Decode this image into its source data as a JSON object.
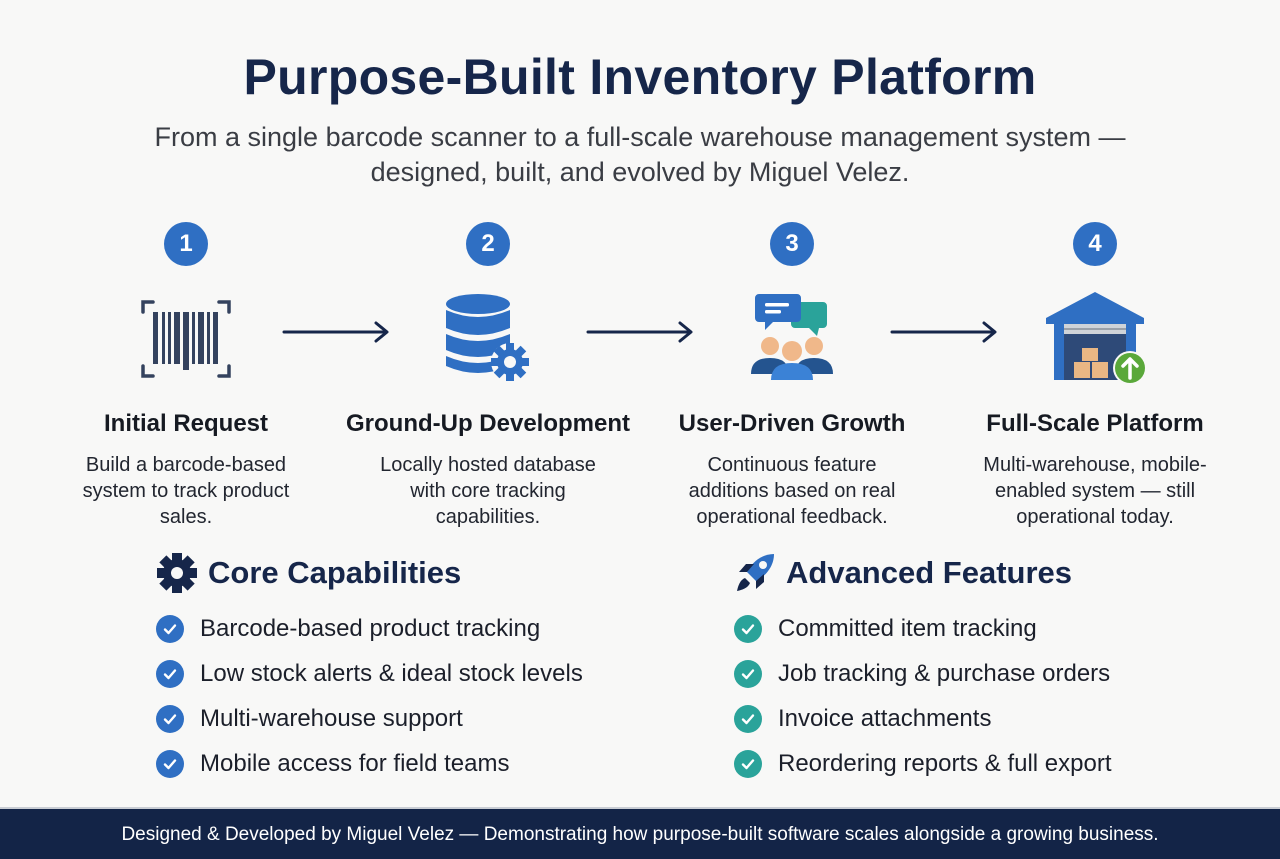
{
  "header": {
    "title": "Purpose-Built Inventory Platform",
    "subtitle": "From a single barcode scanner to a full-scale warehouse management system — designed, built, and evolved by Miguel Velez."
  },
  "steps": [
    {
      "number": "1",
      "icon": "barcode-scanner-icon",
      "title": "Initial Request",
      "description": "Build a barcode-based system to track product sales."
    },
    {
      "number": "2",
      "icon": "database-gear-icon",
      "title": "Ground-Up Development",
      "description": "Locally hosted database with core tracking capabilities."
    },
    {
      "number": "3",
      "icon": "users-feedback-icon",
      "title": "User-Driven Growth",
      "description": "Continuous feature additions based on real operational feedback."
    },
    {
      "number": "4",
      "icon": "warehouse-upgrade-icon",
      "title": "Full-Scale Platform",
      "description": "Multi-warehouse, mobile-enabled system — still operational today."
    }
  ],
  "core": {
    "icon": "gear-icon",
    "heading": "Core Capabilities",
    "items": [
      "Barcode-based product tracking",
      "Low stock alerts & ideal stock levels",
      "Multi-warehouse support",
      "Mobile access for field teams"
    ]
  },
  "advanced": {
    "icon": "rocket-icon",
    "heading": "Advanced Features",
    "items": [
      "Committed item tracking",
      "Job tracking & purchase orders",
      "Invoice attachments",
      "Reordering reports & full export"
    ]
  },
  "footer": {
    "text": "Designed & Developed by Miguel Velez — Demonstrating how purpose-built software scales alongside a growing business."
  },
  "colors": {
    "primary": "#2f6fc3",
    "navy": "#16264a",
    "teal": "#2aa39a",
    "green": "#5aa83a",
    "footer_bg": "#132447"
  }
}
